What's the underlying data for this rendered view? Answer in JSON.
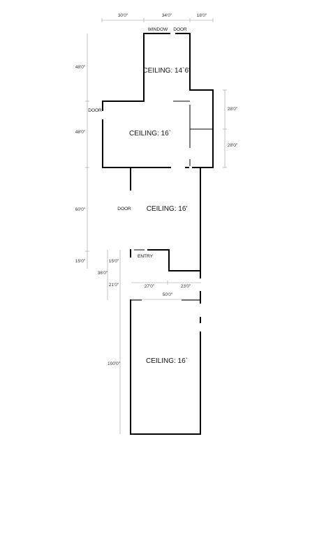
{
  "rooms": {
    "upper": "CEILING: 14`6\"",
    "middle": "CEILING: 16`",
    "lower_middle": "CEILING: 16'",
    "bottom": "CEILING: 16`"
  },
  "labels": {
    "window": "WINDOW",
    "top_door": "DOOR",
    "left_door": "DOOR",
    "mid_door": "DOOR",
    "entry": "ENTRY"
  },
  "dimensions": {
    "top_30": "30'0\"",
    "top_34": "34'0\"",
    "top_18": "18'0\"",
    "left_48a": "48'0\"",
    "left_48b": "48'0\"",
    "left_60": "60'0\"",
    "left_15": "15'0\"",
    "right_28a": "28'0\"",
    "right_28b": "28'0\"",
    "entry_15": "15'0\"",
    "entry_36": "36'0\"",
    "entry_21": "21'0\"",
    "bottom_27": "27'0\"",
    "bottom_23": "23'0\"",
    "bottom_50": "50'0\"",
    "bottom_100": "100'0\""
  },
  "colors": {
    "wall": "#000000",
    "dimension_line": "#9a9a9a",
    "text": "#111111"
  }
}
